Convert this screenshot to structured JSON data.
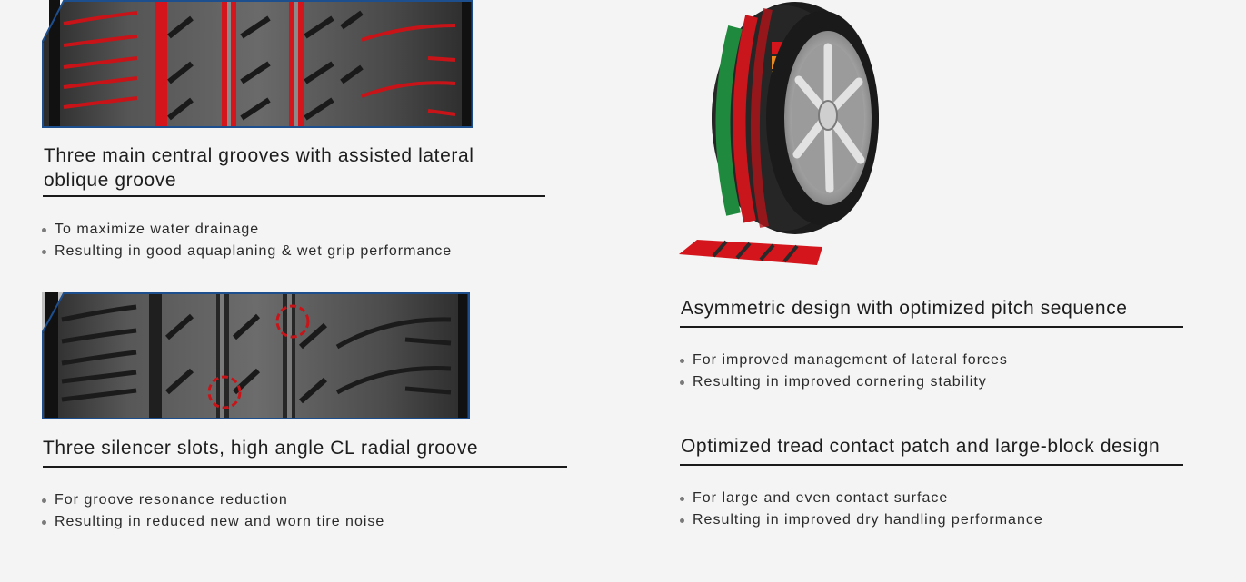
{
  "features": [
    {
      "title": "Three main central grooves with assisted lateral oblique groove",
      "bullets": [
        "To maximize water drainage",
        "Resulting in good aquaplaning & wet grip performance"
      ],
      "image_icon": "tread-grooves-icon"
    },
    {
      "title": "Three silencer slots, high angle CL radial groove",
      "bullets": [
        "For groove resonance reduction",
        "Resulting in reduced new and worn tire noise"
      ],
      "image_icon": "tread-silencer-icon"
    },
    {
      "title": "Asymmetric design with optimized pitch sequence",
      "bullets": [
        "For improved management of lateral forces",
        "Resulting in improved cornering stability"
      ],
      "image_icon": "tire-wheel-icon"
    },
    {
      "title": "Optimized tread contact patch and large-block design",
      "bullets": [
        "For large and even contact surface",
        "Resulting in improved dry handling performance"
      ]
    }
  ],
  "colors": {
    "accent_red": "#d4161c",
    "frame_blue": "#1d4f8f",
    "text": "#1d1d1d",
    "background": "#f4f4f4"
  }
}
